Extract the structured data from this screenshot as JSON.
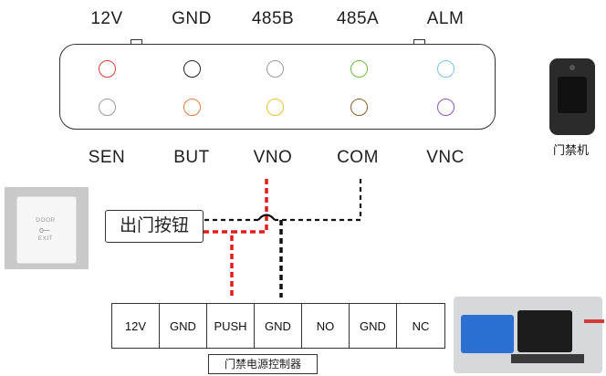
{
  "connector": {
    "top_labels": [
      "12V",
      "GND",
      "485B",
      "485A",
      "ALM"
    ],
    "bottom_labels": [
      "SEN",
      "BUT",
      "VNO",
      "COM",
      "VNC"
    ],
    "top_pin_colors": [
      "#d93a3a",
      "#222222",
      "#9a9a9a",
      "#6cbb3c",
      "#77c5e8"
    ],
    "bottom_pin_colors": [
      "#9a9a9a",
      "#e07a36",
      "#e8c234",
      "#8a5a2b",
      "#8f54b8"
    ]
  },
  "exit_button": {
    "label": "出门按钮",
    "panel_text_top": "DOOR",
    "panel_text_bottom": "EXIT"
  },
  "access_device": {
    "label": "门禁机"
  },
  "controller": {
    "terminals": [
      "12V",
      "GND",
      "PUSH",
      "GND",
      "NO",
      "GND",
      "NC"
    ],
    "name": "门禁电源控制器"
  },
  "colors": {
    "red_wire": "#e01d1d",
    "black_wire": "#111111"
  }
}
